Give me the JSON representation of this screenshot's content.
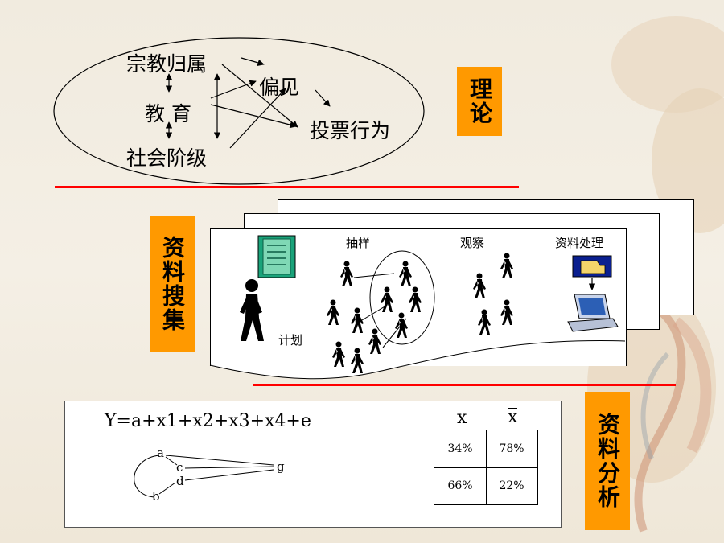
{
  "theory": {
    "label": "理论",
    "nodes": {
      "religion": "宗教归属",
      "education": "教 育",
      "prejudice": "偏见",
      "voting": "投票行为",
      "social_class": "社会阶级"
    }
  },
  "collection": {
    "label": "资料搜集",
    "steps": {
      "sampling": "抽样",
      "observation": "观察",
      "processing": "资料处理",
      "plan": "计划"
    }
  },
  "analysis": {
    "label": "资料分析",
    "equation": "Y=a+x1+x2+x3+x4+e",
    "graph_nodes": {
      "a": "a",
      "b": "b",
      "c": "c",
      "d": "d",
      "g": "g"
    },
    "table": {
      "col_x": "x",
      "col_xbar": "x",
      "cells": [
        "34%",
        "78%",
        "66%",
        "22%"
      ]
    }
  },
  "colors": {
    "accent": "#ff9900",
    "divider": "#ff0000",
    "card_green": "#1aa37a"
  }
}
